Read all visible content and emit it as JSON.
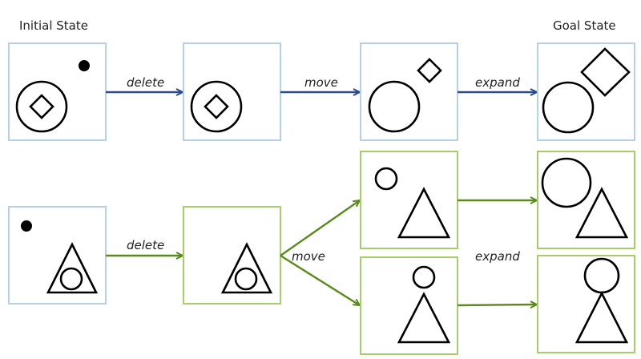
{
  "titles": {
    "initial": "Initial State",
    "goal": "Goal State"
  },
  "colors": {
    "blue_border": "#b8d0e6",
    "green_border": "#a7cc6a",
    "blue_arrow": "#2a4a8c",
    "green_arrow": "#5a8a1c",
    "shape_stroke": "#000000"
  },
  "row1": {
    "states": [
      {
        "name": "initial-state",
        "shapes": [
          "large-circle",
          "small-diamond-inside-circle",
          "black-dot"
        ]
      },
      {
        "name": "after-delete",
        "shapes": [
          "large-circle",
          "small-diamond-inside-circle"
        ]
      },
      {
        "name": "after-move",
        "shapes": [
          "large-circle",
          "small-diamond"
        ]
      },
      {
        "name": "goal-state",
        "shapes": [
          "large-circle",
          "large-diamond"
        ]
      }
    ],
    "actions": [
      "delete",
      "move",
      "expand"
    ]
  },
  "row2": {
    "states": [
      {
        "name": "initial-state",
        "shapes": [
          "triangle",
          "small-circle-inside-triangle",
          "black-dot"
        ]
      },
      {
        "name": "after-delete",
        "shapes": [
          "triangle",
          "small-circle-inside-triangle"
        ]
      },
      {
        "name": "after-move-a",
        "shapes": [
          "triangle",
          "small-circle"
        ]
      },
      {
        "name": "after-move-b",
        "shapes": [
          "triangle",
          "small-circle-on-top"
        ]
      },
      {
        "name": "goal-state-a",
        "shapes": [
          "triangle",
          "large-circle"
        ]
      },
      {
        "name": "goal-state-b",
        "shapes": [
          "triangle",
          "large-circle-on-top"
        ]
      }
    ],
    "actions": [
      "delete",
      "move",
      "expand"
    ]
  }
}
